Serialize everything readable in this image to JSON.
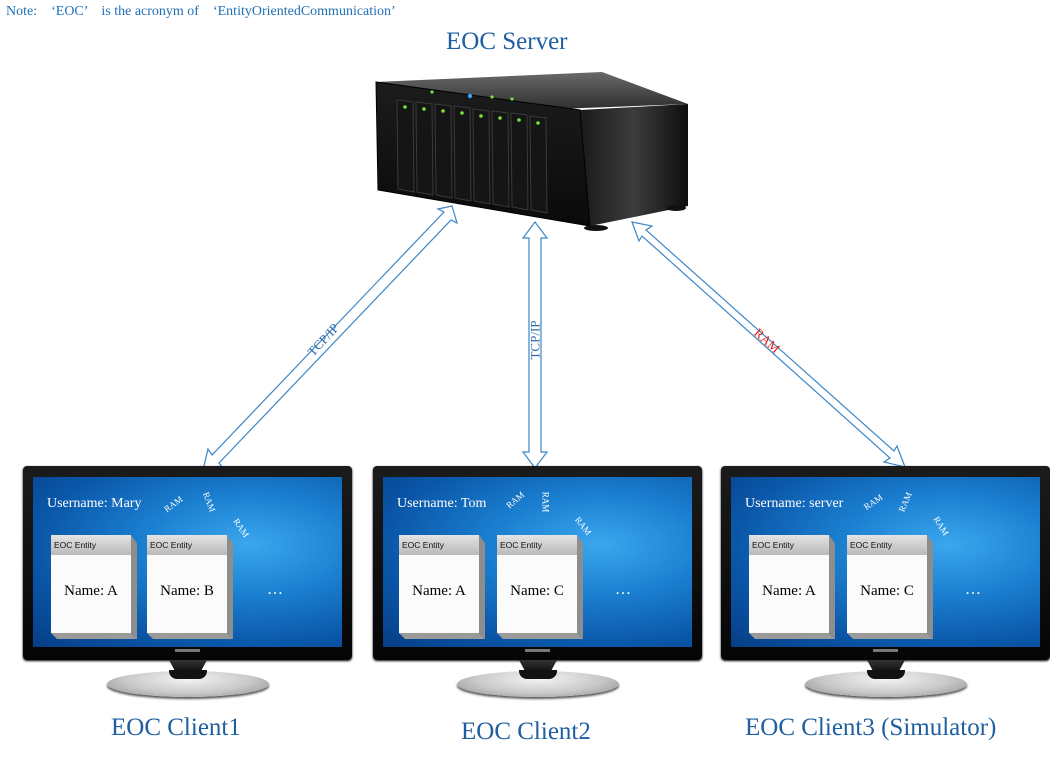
{
  "note": "Note:    ‘EOC’    is the acronym of    ‘EntityOrientedCommunication’",
  "server": {
    "title": "EOC Server"
  },
  "connections": {
    "client1": "TCP/IP",
    "client2": "TCP/IP",
    "client3": "RAM"
  },
  "colors": {
    "title_blue": "#1f5fa0",
    "arrow_outline": "#2f7fc0",
    "ram_red": "#e0201b",
    "screen_blue": "#1b7fd0"
  },
  "clients": [
    {
      "title": "EOC Client1",
      "username": "Username: Mary",
      "ram_labels": [
        "RAM",
        "RAM",
        "RAM"
      ],
      "entities": [
        {
          "header": "EOC Entity",
          "name": "Name: A"
        },
        {
          "header": "EOC Entity",
          "name": "Name: B"
        }
      ],
      "more": "…"
    },
    {
      "title": "EOC Client2",
      "username": "Username: Tom",
      "ram_labels": [
        "RAM",
        "RAM",
        "RAM"
      ],
      "entities": [
        {
          "header": "EOC Entity",
          "name": "Name: A"
        },
        {
          "header": "EOC Entity",
          "name": "Name: C"
        }
      ],
      "more": "…"
    },
    {
      "title": "EOC Client3 (Simulator)",
      "username": "Username: server",
      "ram_labels": [
        "RAM",
        "RAM",
        "RAM"
      ],
      "entities": [
        {
          "header": "EOC Entity",
          "name": "Name: A"
        },
        {
          "header": "EOC Entity",
          "name": "Name: C"
        }
      ],
      "more": "…"
    }
  ]
}
